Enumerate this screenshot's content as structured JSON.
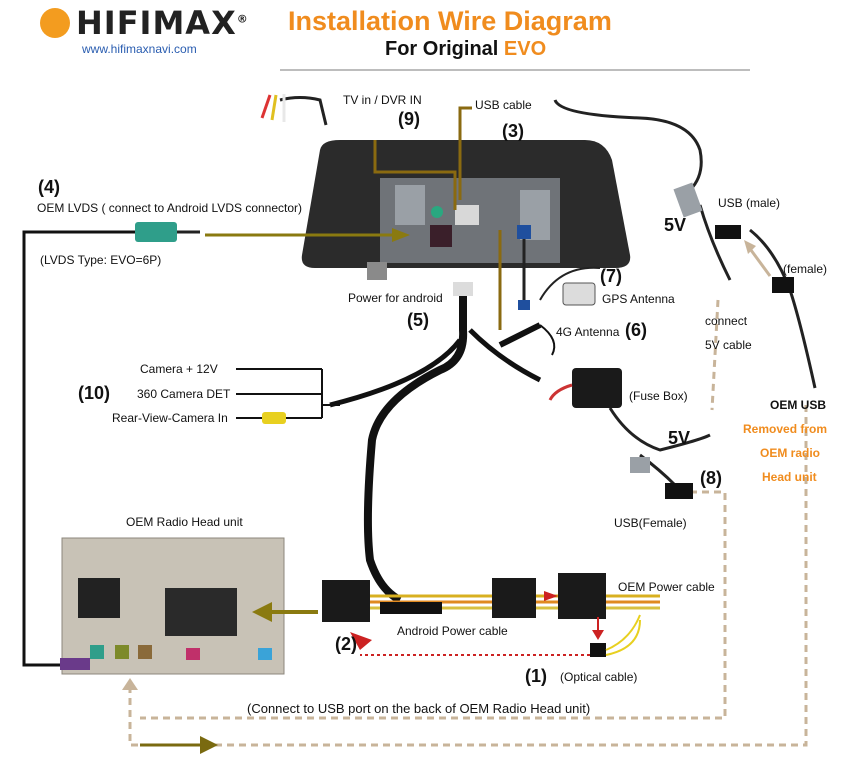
{
  "brand": {
    "name": "HIFIMAX",
    "registered": "®",
    "url": "www.hifimaxnavi.com"
  },
  "title": "Installation Wire Diagram",
  "subtitle": {
    "prefix": "For Original ",
    "model": "EVO"
  },
  "labels": {
    "tv_in": "TV in / DVR IN",
    "usb_cable": "USB cable",
    "oem_lvds": "OEM LVDS ( connect to Android LVDS connector)",
    "lvds_type": "(LVDS Type: EVO=6P)",
    "usb_male": "USB (male)",
    "female": "(female)",
    "gps_antenna": "GPS Antenna",
    "power_for_android": "Power for android",
    "antenna_4g": "4G Antenna",
    "connect_5v_1": "connect",
    "connect_5v_2": "5V cable",
    "camera_12v": "Camera + 12V",
    "camera_det": "360 Camera DET",
    "rear_view": "Rear-View-Camera In",
    "fuse_box": "(Fuse Box)",
    "oem_usb": "OEM USB",
    "removed_1": "Removed from",
    "removed_2": "OEM radio",
    "removed_3": "Head unit",
    "usb_female": "USB(Female)",
    "oem_radio_head": "OEM Radio Head unit",
    "oem_power_cable": "OEM Power cable",
    "android_power_cable": "Android Power cable",
    "optical_cable": "(Optical cable)",
    "connect_usb_port": "(Connect to USB port on the back of OEM Radio Head unit)",
    "v5_a": "5V",
    "v5_b": "5V"
  },
  "numbers": {
    "n1": "(1)",
    "n2": "(2)",
    "n3": "(3)",
    "n4": "(4)",
    "n5": "(5)",
    "n6": "(6)",
    "n7": "(7)",
    "n8": "(8)",
    "n9": "(9)",
    "n10": "(10)"
  },
  "colors": {
    "accent": "#f08c1e",
    "url": "#2a5db0",
    "arrow_olive": "#7a6a10",
    "dashed_tan": "#c8b49a",
    "optical_red": "#cc2222"
  }
}
